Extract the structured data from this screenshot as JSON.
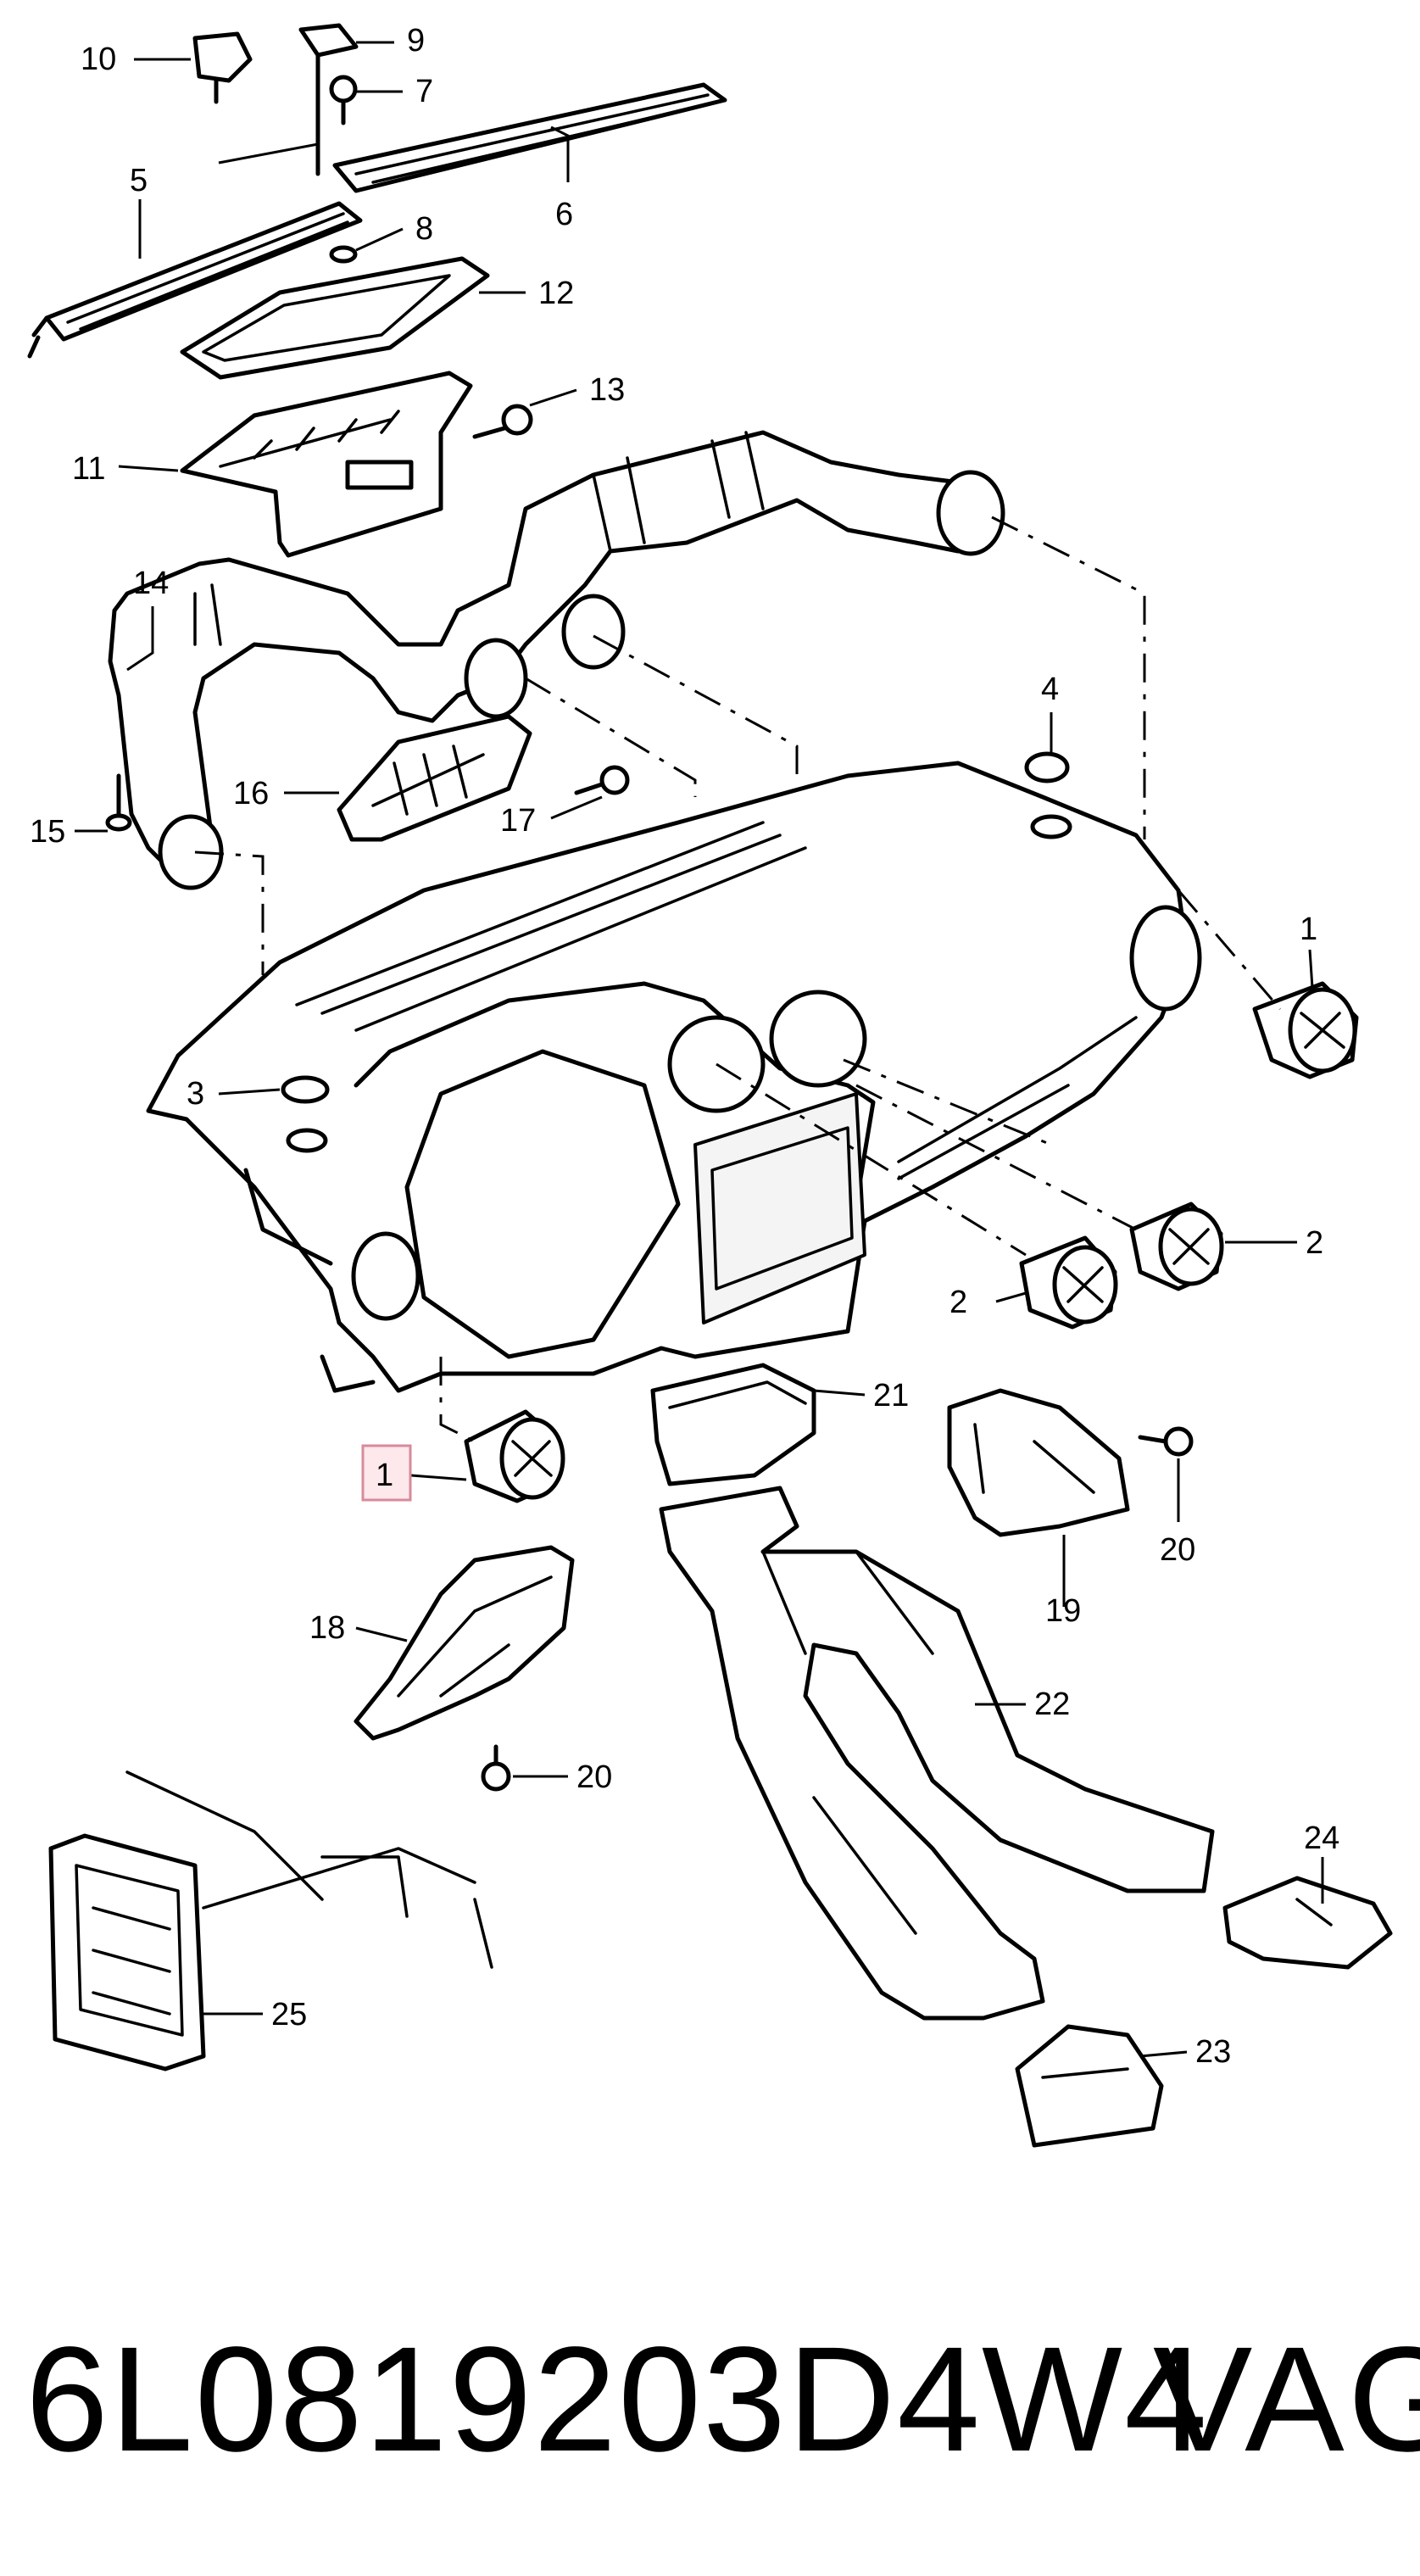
{
  "diagram": {
    "callouts": {
      "c10": "10",
      "c9": "9",
      "c7": "7",
      "c6": "6",
      "c5": "5",
      "c8": "8",
      "c12": "12",
      "c13": "13",
      "c11": "11",
      "c14": "14",
      "c4": "4",
      "c16": "16",
      "c17": "17",
      "c15": "15",
      "c1_right": "1",
      "c3": "3",
      "c2_right": "2",
      "c2_left": "2",
      "c21": "21",
      "c1_highlight": "1",
      "c20_right": "20",
      "c19": "19",
      "c18": "18",
      "c22": "22",
      "c20_left": "20",
      "c24": "24",
      "c25": "25",
      "c23": "23"
    },
    "highlight_color": "#fde8ec"
  },
  "caption": {
    "part_number": "6L0819203D4W4",
    "brand": "VAG"
  }
}
